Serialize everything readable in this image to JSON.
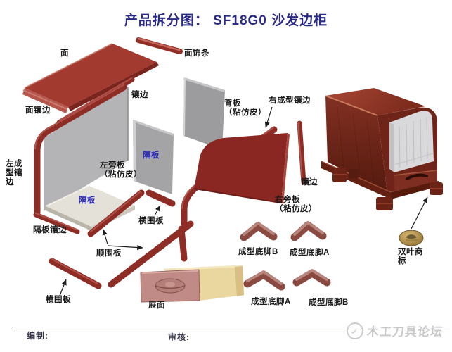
{
  "title": {
    "text": "产品拆分图： SF18G0 沙发边柜"
  },
  "labels": {
    "mian": "面",
    "mian_shi_tiao": "面饰条",
    "xiangbian_top": "镶边",
    "mian_xiangbian": "面镶边",
    "beiban": "背板\n（粘仿皮）",
    "you_chengxing_xiangbian": "右成型镶边",
    "zuo_chengxing_xiangbian": "左成\n型镶\n边",
    "zuo_pangban": "左旁板\n（粘仿皮）",
    "geban_upright": "隔板",
    "geban_shelf": "隔板",
    "xiangbian_right": "镶边",
    "you_pangban": "右旁板\n（粘仿皮）",
    "geban_xiangbian": "隔板镶边",
    "hengweiban_upper": "横围板",
    "shunweiban": "顺围板",
    "hengweiban_lower": "横围板",
    "timian": "屉面",
    "foot_b_upper": "成型底脚B",
    "foot_a_upper": "成型底脚A",
    "foot_a_lower": "成型底脚A",
    "foot_b_lower": "成型底脚B",
    "shuangye_trademark": "双叶商\n标"
  },
  "footer": {
    "prepared": "编制:",
    "reviewed": "审核:"
  },
  "watermark": {
    "text": "木工刀具论坛"
  },
  "colors": {
    "title_navy": "#2a2a85",
    "label_black": "#1a1a1a",
    "label_blue": "#2424b4",
    "wood_red": "#a33a30",
    "edging_red": "#8e2d26",
    "panel_gray": "#b4b4b6",
    "shelf_cream": "#e4e1d8",
    "right_side_panel_red": "#8a2722",
    "drawer_front_pink": "#c08a86",
    "drawer_body_tan": "#ead7a0",
    "cabinet_mahogany": "#6e2418",
    "medallion_gold": "#c3a050",
    "watermark_gray": "#c9c9c9",
    "footer_text": "#333344"
  }
}
